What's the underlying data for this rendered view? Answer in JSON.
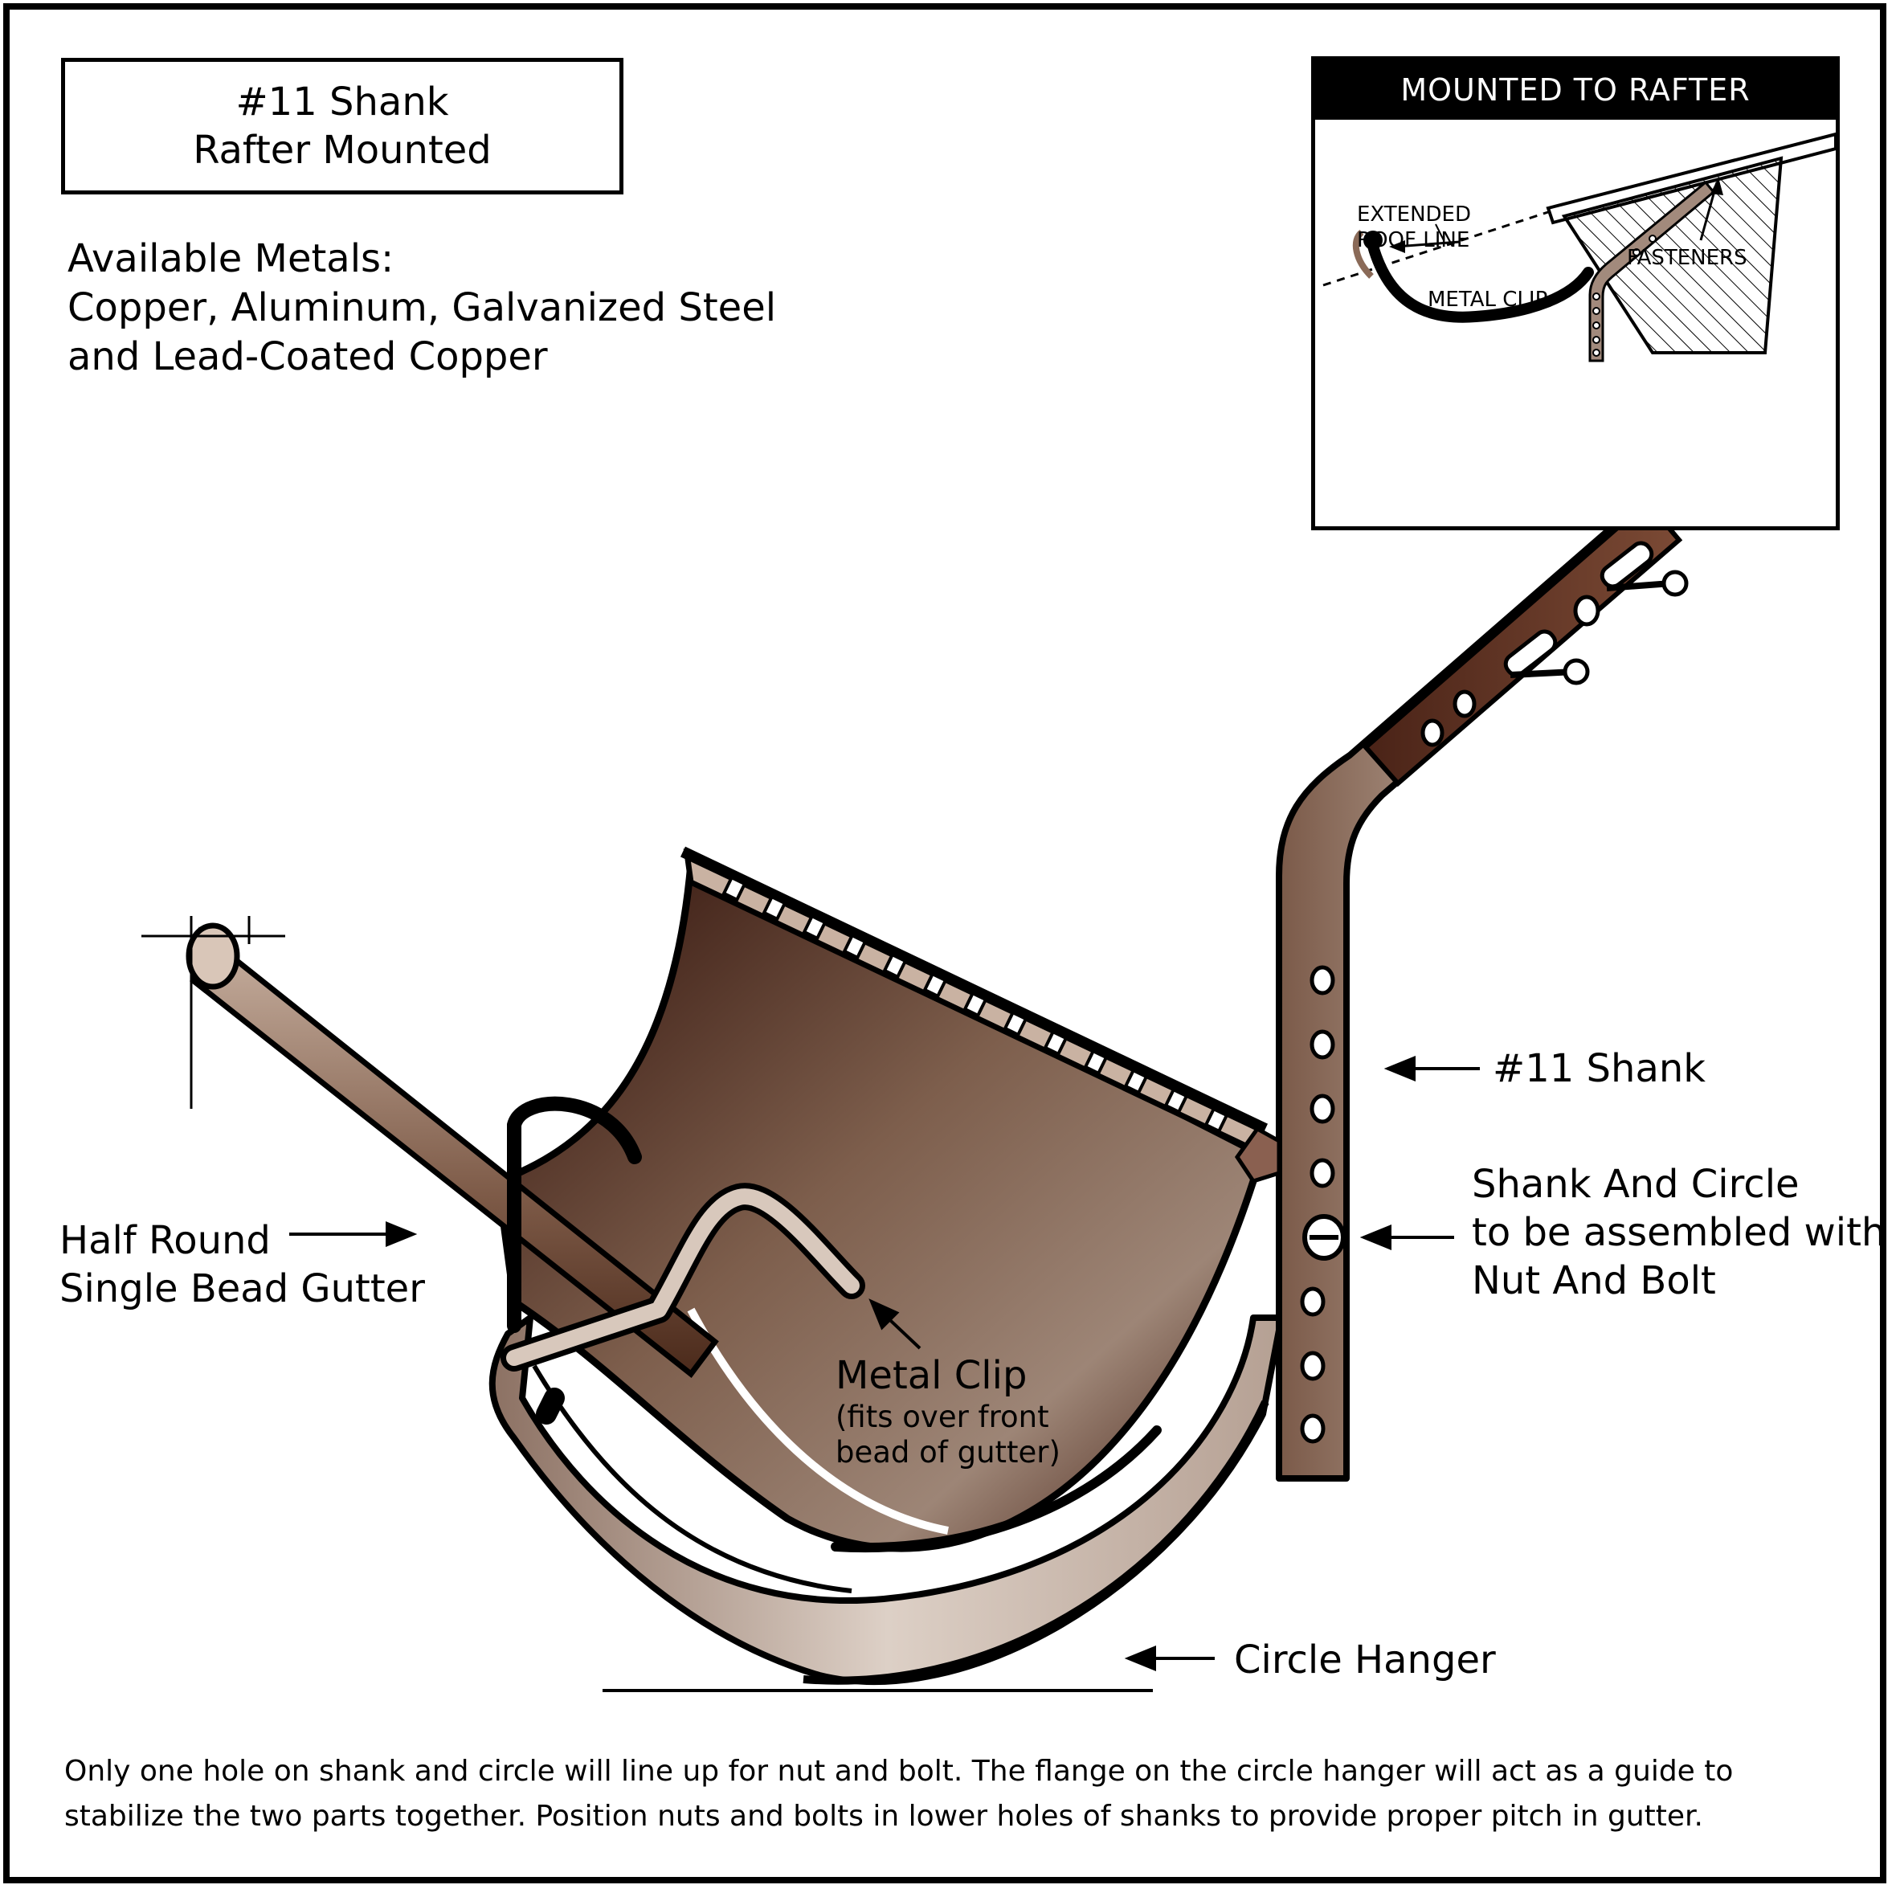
{
  "title": {
    "line1": "#11 Shank",
    "line2": "Rafter Mounted"
  },
  "metals": {
    "line1": "Available Metals:",
    "line2": "Copper, Aluminum, Galvanized Steel",
    "line3": "and Lead-Coated Copper"
  },
  "inset": {
    "title": "MOUNTED TO RAFTER",
    "roof_line_1": "EXTENDED",
    "roof_line_2": "ROOF LINE",
    "metal_clip": "METAL CLIP",
    "fasteners": "FASTENERS"
  },
  "labels": {
    "shank": "#11 Shank",
    "assembly_1": "Shank And Circle",
    "assembly_2": "to be assembled with",
    "assembly_3": "Nut And Bolt",
    "gutter_1": "Half Round",
    "gutter_2": "Single Bead Gutter",
    "clip_1": "Metal Clip",
    "clip_2": "(fits over front",
    "clip_3": "bead of gutter)",
    "circle_hanger": "Circle Hanger"
  },
  "note": {
    "line1": "Only one hole on shank and circle will line up for nut and bolt. The flange on the circle hanger will act as a guide to",
    "line2": "stabilize the two parts together.  Position nuts and bolts in lower holes of shanks to provide proper pitch in gutter."
  },
  "colors": {
    "copper_dark": "#2e0f08",
    "copper_mid": "#8a6a58",
    "copper_light": "#d8cac0",
    "shank": "#a89080",
    "shank_dark": "#6b4535",
    "outline": "#000000"
  }
}
